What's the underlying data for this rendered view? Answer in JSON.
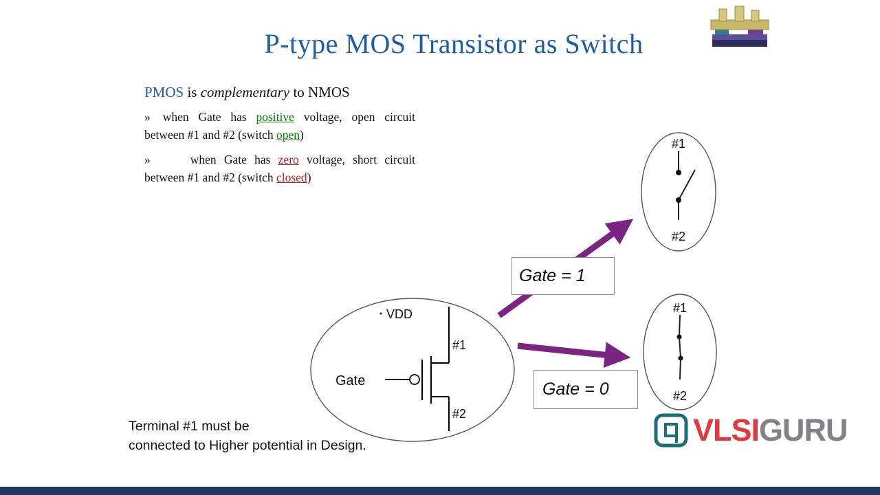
{
  "colors": {
    "title_blue": "#1D5DA8",
    "pmos_blue": "#1D5DA8",
    "positive_green": "#008000",
    "zero_red": "#B22222",
    "arrow_purple": "#7B2482",
    "footer_navy": "#1F3864",
    "logo_red": "#E23A3C",
    "logo_gray": "#808285",
    "logo_teal": "#1B6F78"
  },
  "title": "P-type MOS Transistor as Switch",
  "intro": {
    "pmos": "PMOS",
    "mid1": " is ",
    "complementary": "complementary",
    "mid2": " to NMOS"
  },
  "bullets": {
    "b1": {
      "marker": "»",
      "t1": "when Gate has ",
      "hl1": "positive",
      "t2": " voltage, open circuit between #1 and #2 (switch ",
      "hl2": "open",
      "t3": ")"
    },
    "b2": {
      "marker": "»",
      "t1": "when Gate has ",
      "hl1": "zero",
      "t2": " voltage, short circuit between #1 and #2 (switch ",
      "hl2": "closed",
      "t3": ")"
    }
  },
  "gate_labels": {
    "gate1": "Gate = 1",
    "gate0": "Gate = 0"
  },
  "transistor": {
    "vdd": "VDD",
    "gate": "Gate",
    "term1": "#1",
    "term2": "#2"
  },
  "switch_open": {
    "term1": "#1",
    "term2": "#2"
  },
  "switch_closed": {
    "term1": "#1",
    "term2": "#2"
  },
  "note": {
    "line1": "Terminal #1 must be",
    "line2": "connected to Higher potential in Design."
  },
  "logo": {
    "vlsi": "VLSI",
    "guru": "GURU"
  }
}
